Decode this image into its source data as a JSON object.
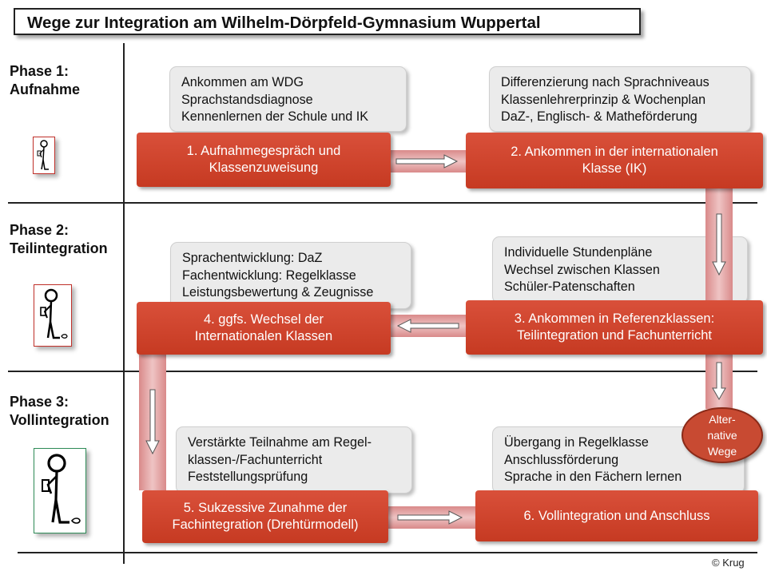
{
  "title": "Wege zur Integration am Wilhelm-Dörpfeld-Gymnasium Wuppertal",
  "phases": [
    {
      "line1": "Phase 1:",
      "line2": "Aufnahme"
    },
    {
      "line1": "Phase 2:",
      "line2": "Teilintegration"
    },
    {
      "line1": "Phase 3:",
      "line2": "Vollintegration"
    }
  ],
  "steps": {
    "s1": {
      "l1": "1. Aufnahmegespräch  und",
      "l2": "Klassenzuweisung"
    },
    "s2": {
      "l1": "2. Ankommen  in der internationalen",
      "l2": "Klasse (IK)"
    },
    "s3": {
      "l1": "3. Ankommen  in Referenzklassen:",
      "l2": "Teilintegration  und Fachunterricht"
    },
    "s4": {
      "l1": "4. ggfs. Wechsel der",
      "l2": "Internationalen  Klassen"
    },
    "s5": {
      "l1": "5. Sukzessive  Zunahme  der",
      "l2": "Fachintegration  (Drehtürmodell)"
    },
    "s6": {
      "l1": "6. Vollintegration  und Anschluss"
    }
  },
  "infos": {
    "i1": [
      "Ankommen am WDG",
      "Sprachstandsdiagnose",
      "Kennenlernen der Schule und IK"
    ],
    "i2": [
      "Differenzierung nach Sprachniveaus",
      "Klassenlehrerprinzip & Wochenplan",
      "DaZ-, Englisch- & Matheförderung"
    ],
    "i3": [
      "Individuelle Stundenpläne",
      "Wechsel zwischen Klassen",
      "Schüler-Patenschaften"
    ],
    "i4": [
      "Sprachentwicklung: DaZ",
      "Fachentwicklung: Regelklasse",
      "Leistungsbewertung & Zeugnisse"
    ],
    "i5": [
      "Verstärkte Teilnahme am Regel-",
      "klassen-/Fachunterricht",
      "Feststellungsprüfung"
    ],
    "i6": [
      "Übergang in Regelklasse",
      "Anschlussförderung",
      "Sprache in den Fächern lernen"
    ]
  },
  "alternative": {
    "l1": "Alter-",
    "l2": "native",
    "l3": "Wege"
  },
  "copyright": "© Krug",
  "colors": {
    "step_red": "#cf4530",
    "connector_pink": "#e3a3a3",
    "card1_border": "#c0302a",
    "card2_border": "#c0302a",
    "card3_border": "#2e8b57",
    "info_gray": "#ebebeb"
  }
}
